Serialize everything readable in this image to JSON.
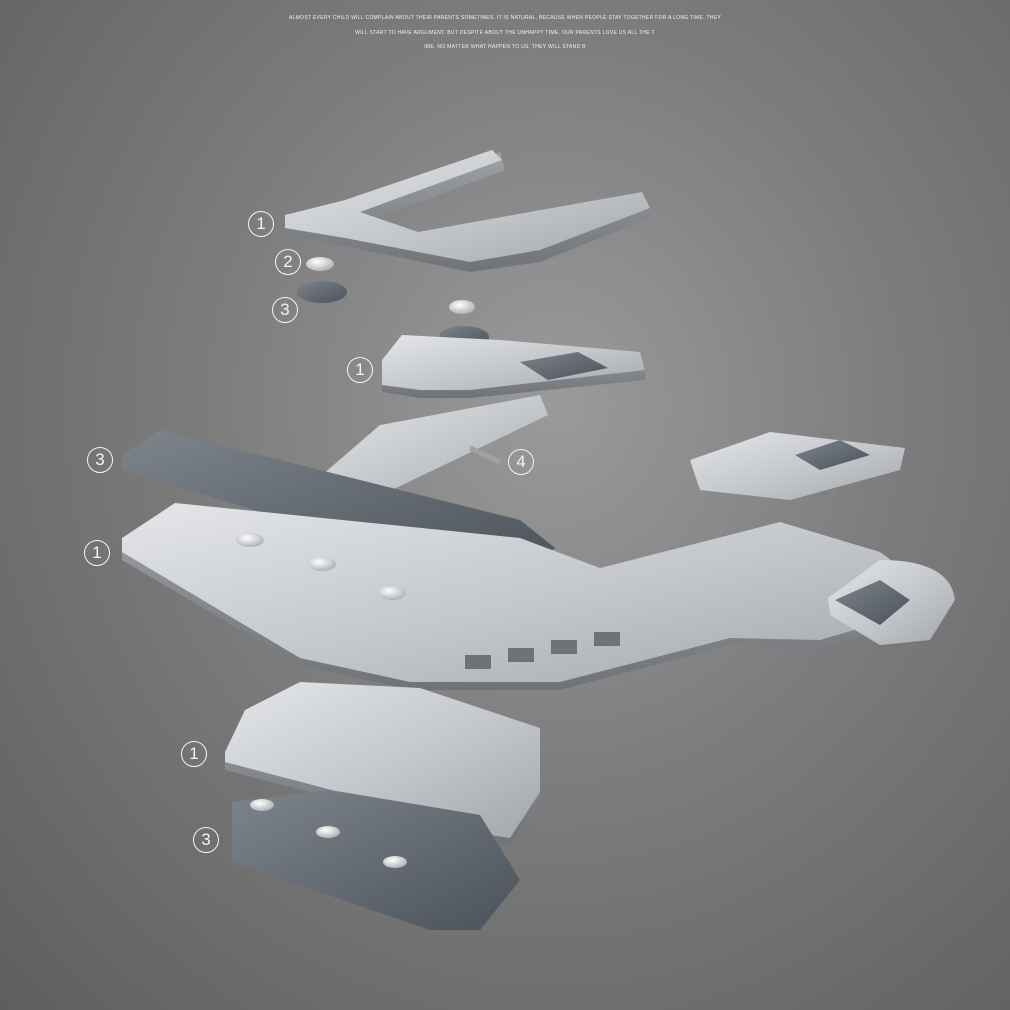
{
  "caption": {
    "line1": "ALMOST EVERY CHILD WILL COMPLAIN ABOUT THEIR PARENTS SOMETIMES. IT IS NATURAL, BECAUSE WHEN PEOPLE STAY TOGETHER FOR A LONG TIME, THEY",
    "line2": "WILL START TO HAVE ARGUMENT. BUT DESPITE ABOUT THE UNHAPPY TIME, OUR PARENTS LOVE US ALL THE T",
    "line3": "IME. NO MATTER WHAT HAPPEN TO US, THEY WILL STAND B"
  },
  "markers": [
    {
      "label": "1"
    },
    {
      "label": "2"
    },
    {
      "label": "3"
    },
    {
      "label": "1"
    },
    {
      "label": "3"
    },
    {
      "label": "4"
    },
    {
      "label": "1"
    },
    {
      "label": "1"
    },
    {
      "label": "3"
    }
  ],
  "colors": {
    "background": "#7c7c7c",
    "metal": "#c9ccd0",
    "metal_shadow": "#8e9298",
    "pad": "#5a6068",
    "marker": "#f4f4f4"
  }
}
